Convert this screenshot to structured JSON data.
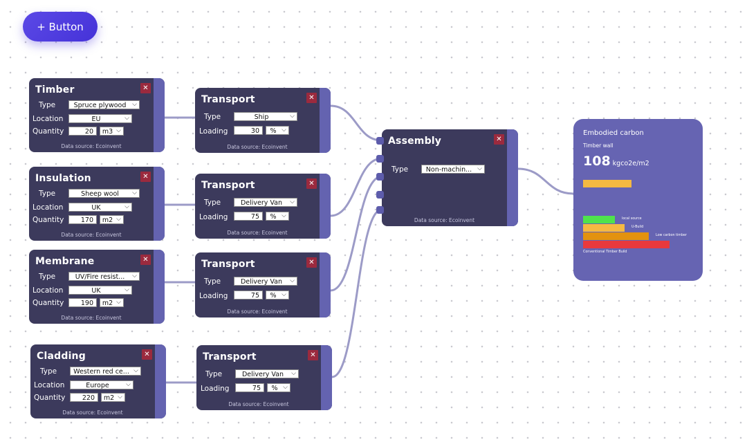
{
  "toolbar": {
    "add_button_label": "+ Button"
  },
  "common": {
    "data_source": "Data source: Ecoinvent",
    "close_glyph": "✕",
    "chevron": "⌵"
  },
  "materials": [
    {
      "title": "Timber",
      "type_label": "Type",
      "type_value": "Spruce plywood",
      "location_label": "Location",
      "location_value": "EU",
      "quantity_label": "Quantity",
      "quantity_value": "20",
      "unit_value": "m3"
    },
    {
      "title": "Insulation",
      "type_label": "Type",
      "type_value": "Sheep wool",
      "location_label": "Location",
      "location_value": "UK",
      "quantity_label": "Quantity",
      "quantity_value": "170",
      "unit_value": "m2"
    },
    {
      "title": "Membrane",
      "type_label": "Type",
      "type_value": "UV/Fire resist...",
      "location_label": "Location",
      "location_value": "UK",
      "quantity_label": "Quantity",
      "quantity_value": "190",
      "unit_value": "m2"
    },
    {
      "title": "Cladding",
      "type_label": "Type",
      "type_value": "Western red ce...",
      "location_label": "Location",
      "location_value": "Europe",
      "quantity_label": "Quantity",
      "quantity_value": "220",
      "unit_value": "m2"
    }
  ],
  "transports": [
    {
      "title": "Transport",
      "type_label": "Type",
      "type_value": "Ship",
      "loading_label": "Loading",
      "loading_value": "30",
      "loading_unit": "%"
    },
    {
      "title": "Transport",
      "type_label": "Type",
      "type_value": "Delivery Van",
      "loading_label": "Loading",
      "loading_value": "75",
      "loading_unit": "%"
    },
    {
      "title": "Transport",
      "type_label": "Type",
      "type_value": "Delivery Van",
      "loading_label": "Loading",
      "loading_value": "75",
      "loading_unit": "%"
    },
    {
      "title": "Transport",
      "type_label": "Type",
      "type_value": "Delivery Van",
      "loading_label": "Loading",
      "loading_value": "75",
      "loading_unit": "%"
    }
  ],
  "assembly": {
    "title": "Assembly",
    "type_label": "Type",
    "type_value": "Non-machin..."
  },
  "result": {
    "title": "Embodied carbon",
    "subtitle": "Timber wall",
    "value": "108",
    "unit": "kgco2e/m2",
    "current_color": "#f5b942",
    "current_fraction": 0.55,
    "benchmarks": [
      {
        "label": "local source",
        "color": "#4fe34c",
        "fraction": 0.36
      },
      {
        "label": "U-Build",
        "color": "#f5b942",
        "fraction": 0.47
      },
      {
        "label": "Low carbon timber",
        "color": "#e3920f",
        "fraction": 0.74
      },
      {
        "label": "Conventional Timber Build",
        "color": "#e8393d",
        "fraction": 0.98
      }
    ]
  },
  "colors": {
    "node_bg": "#3c3a5c",
    "node_strip": "#6463b0",
    "close_bg": "#9b2a3e",
    "wire": "#9c9bc7",
    "result_bg": "#6664b2",
    "button": "#4f3de0"
  }
}
